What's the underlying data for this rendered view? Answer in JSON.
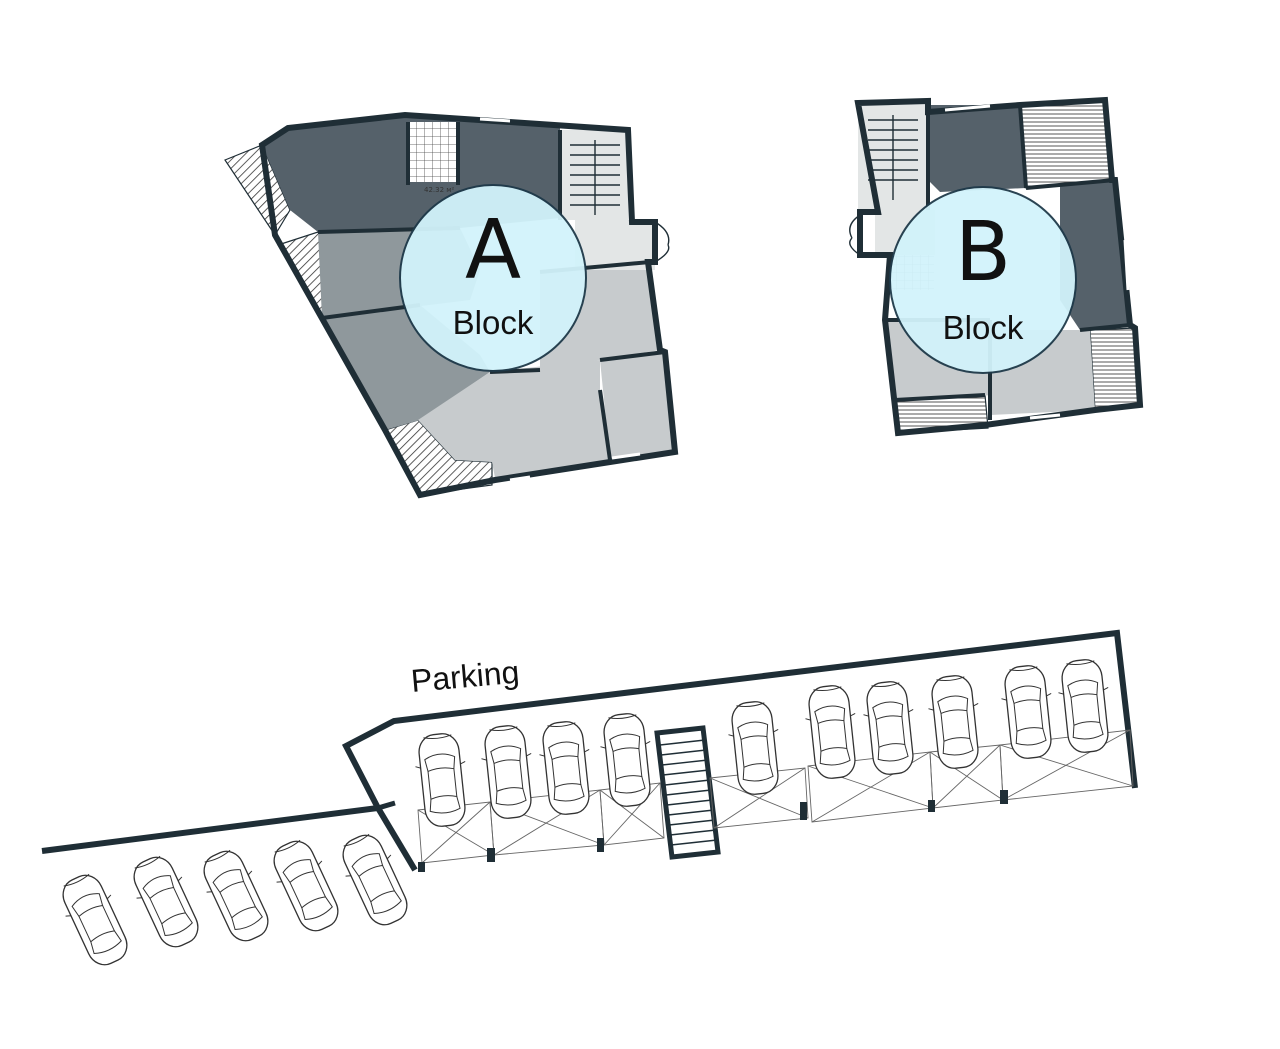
{
  "blocks": [
    {
      "letter": "A",
      "word": "Block"
    },
    {
      "letter": "B",
      "word": "Block"
    }
  ],
  "area_label": "42.32 м²",
  "parking_label": "Parking"
}
